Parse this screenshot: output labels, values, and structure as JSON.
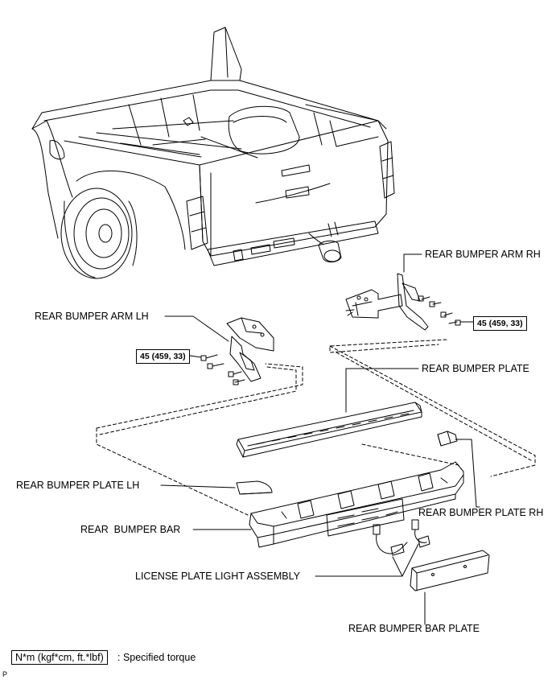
{
  "labels": {
    "arm_rh": "REAR BUMPER ARM RH",
    "arm_lh": "REAR BUMPER ARM LH",
    "plate": "REAR BUMPER PLATE",
    "plate_lh": "REAR BUMPER PLATE LH",
    "plate_rh": "REAR BUMPER PLATE RH",
    "bar": "REAR  BUMPER BAR",
    "license_light": "LICENSE PLATE LIGHT ASSEMBLY",
    "bar_plate": "REAR BUMPER BAR PLATE"
  },
  "torque": {
    "rh": "45 (459, 33)",
    "lh": "45 (459, 33)"
  },
  "legend": {
    "unit": "N*m (kgf*cm, ft.*lbf)",
    "description": ": Specified torque"
  },
  "corner_mark": "P"
}
